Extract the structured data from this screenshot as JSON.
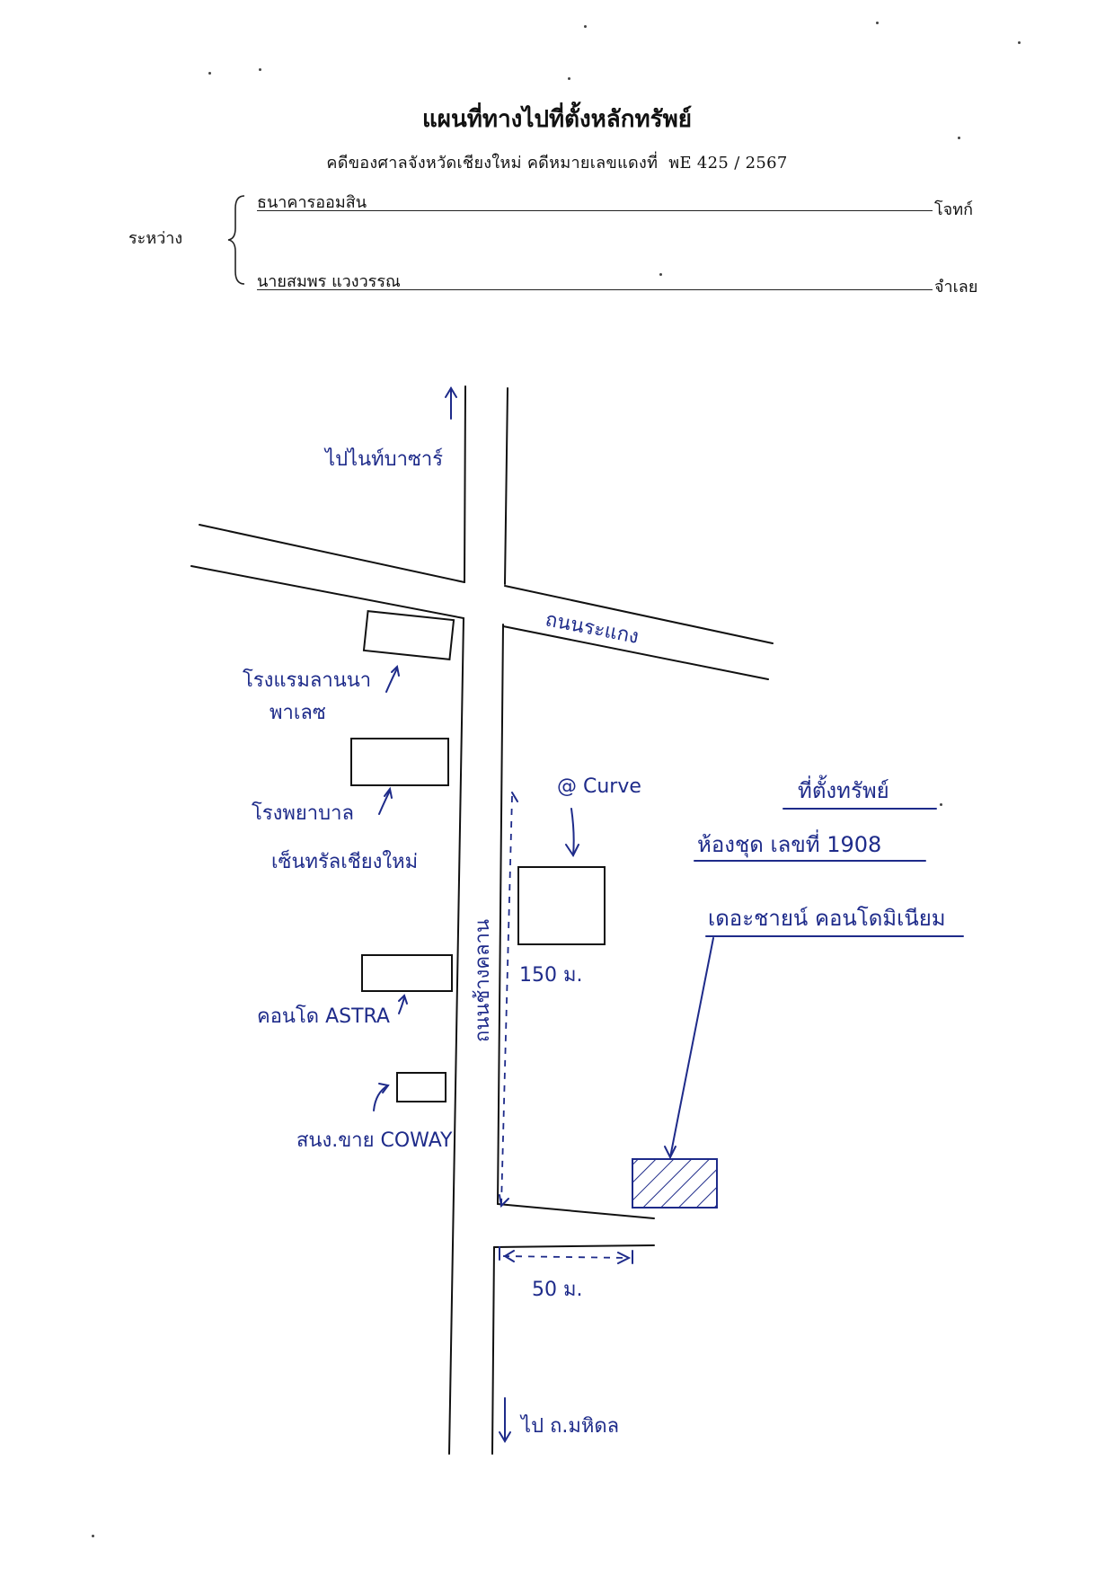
{
  "header": {
    "title": "แผนที่ทางไปที่ตั้งหลักทรัพย์",
    "court_line": "คดีของศาลจังหวัดเชียงใหม่  คดีหมายเลขแดงที่",
    "case_number": "พE 425 / 2567"
  },
  "parties": {
    "between_label": "ระหว่าง",
    "plaintiff_name": "ธนาคารออมสิน",
    "plaintiff_role": "โจทก์",
    "defendant_name": "นายสมพร แวงวรรณ",
    "defendant_role": "จำเลย"
  },
  "map": {
    "north_direction": "ไปไนท์บาซาร์",
    "cross_road": "ถนนระแกง",
    "main_road": "ถนนช้างคลาน",
    "south_direction": "ไป ถ.มหิดล",
    "hotel_line1": "โรงแรมลานนา",
    "hotel_line2": "พาเลซ",
    "hospital_line1": "โรงพยาบาล",
    "hospital_line2": "เซ็นทรัลเชียงใหม่",
    "condo_astra": "คอนโด ASTRA",
    "coway_office": "สนง.ขาย COWAY",
    "curve_label": "@ Curve",
    "distance_main": "150 ม.",
    "distance_side": "50 ม.",
    "property_heading": "ที่ตั้งทรัพย์",
    "property_unit": "ห้องชุด เลขที่ 1908",
    "property_building": "เดอะชายน์ คอนโดมิเนียม",
    "ink_color": "#1e2b8a",
    "line_color": "#111111"
  }
}
